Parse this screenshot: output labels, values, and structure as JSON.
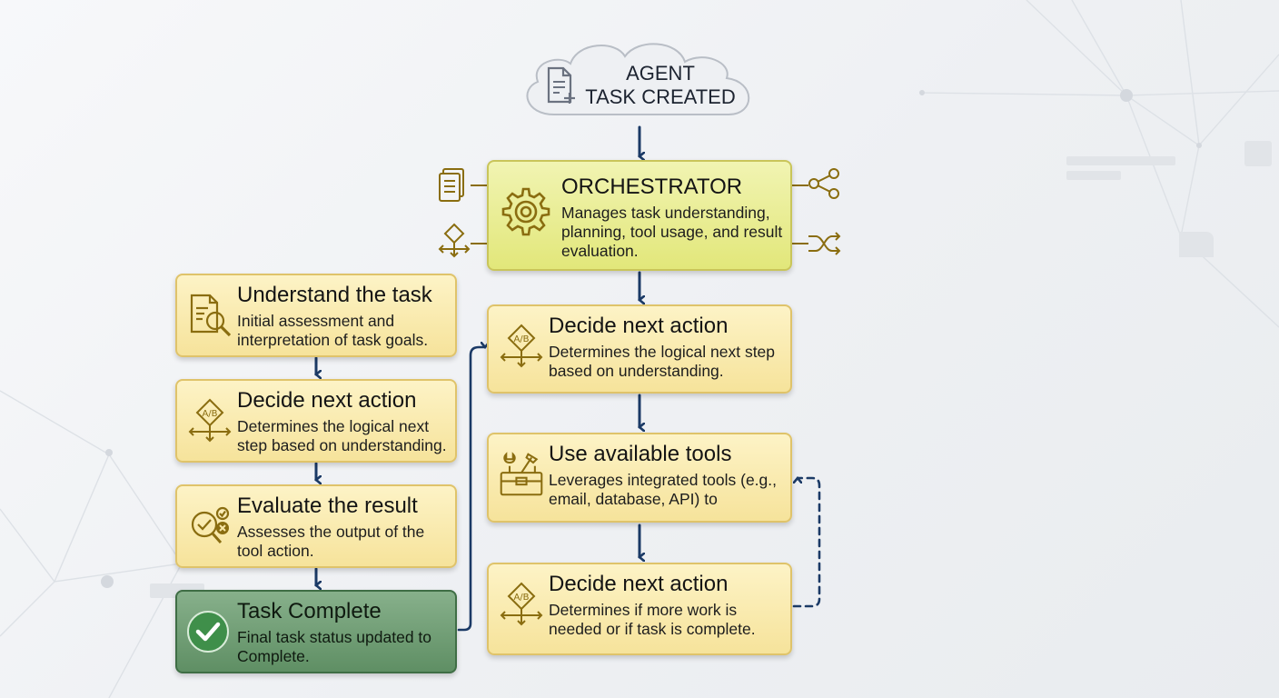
{
  "colors": {
    "arrow": "#1b3a66",
    "node_fill": "#f8e7a6",
    "orchestrator_fill": "#e6ea86",
    "complete_fill": "#6e9c73",
    "icon": "#8a6d10"
  },
  "start": {
    "lines": [
      "AGENT",
      "TASK CREATED"
    ],
    "icon": "document-plus-icon"
  },
  "orchestrator": {
    "title": "ORCHESTRATOR",
    "description": "Manages task understanding, planning, tool usage, and result evaluation.",
    "icon": "gear-icon",
    "side_icons": [
      "document-icon",
      "decision-diamond-icon",
      "share-nodes-icon",
      "shuffle-icon"
    ]
  },
  "left_column": [
    {
      "title": "Understand the task",
      "description": "Initial assessment and interpretation of task goals.",
      "icon": "document-search-icon"
    },
    {
      "title": "Decide next action",
      "description": "Determines the logical next step based on understanding.",
      "icon": "ab-decision-icon"
    },
    {
      "title": "Evaluate the result",
      "description": "Assesses the output of the tool action.",
      "icon": "evaluate-icon"
    },
    {
      "title": "Task Complete",
      "description": "Final task status updated to Complete.",
      "icon": "check-circle-icon"
    }
  ],
  "right_column": [
    {
      "title": "Decide next action",
      "description": "Determines the logical next step based on understanding.",
      "icon": "ab-decision-icon"
    },
    {
      "title": "Use available tools",
      "description": "Leverages integrated tools (e.g., email, database, API) to",
      "icon": "toolbox-icon"
    },
    {
      "title": "Decide next action",
      "description": "Determines if more work is needed or if task is complete.",
      "icon": "ab-decision-icon"
    }
  ],
  "edges": [
    {
      "from": "start",
      "to": "orchestrator",
      "style": "solid"
    },
    {
      "from": "orchestrator",
      "to": "right_column.0",
      "style": "solid"
    },
    {
      "from": "right_column.0",
      "to": "right_column.1",
      "style": "solid"
    },
    {
      "from": "right_column.1",
      "to": "right_column.2",
      "style": "solid"
    },
    {
      "from": "right_column.2",
      "to": "right_column.1",
      "style": "dashed"
    },
    {
      "from": "left_column.0",
      "to": "left_column.1",
      "style": "solid"
    },
    {
      "from": "left_column.1",
      "to": "left_column.2",
      "style": "solid"
    },
    {
      "from": "left_column.2",
      "to": "left_column.3",
      "style": "solid"
    },
    {
      "from": "left_column.3",
      "to": "right_column.0",
      "style": "solid"
    }
  ]
}
